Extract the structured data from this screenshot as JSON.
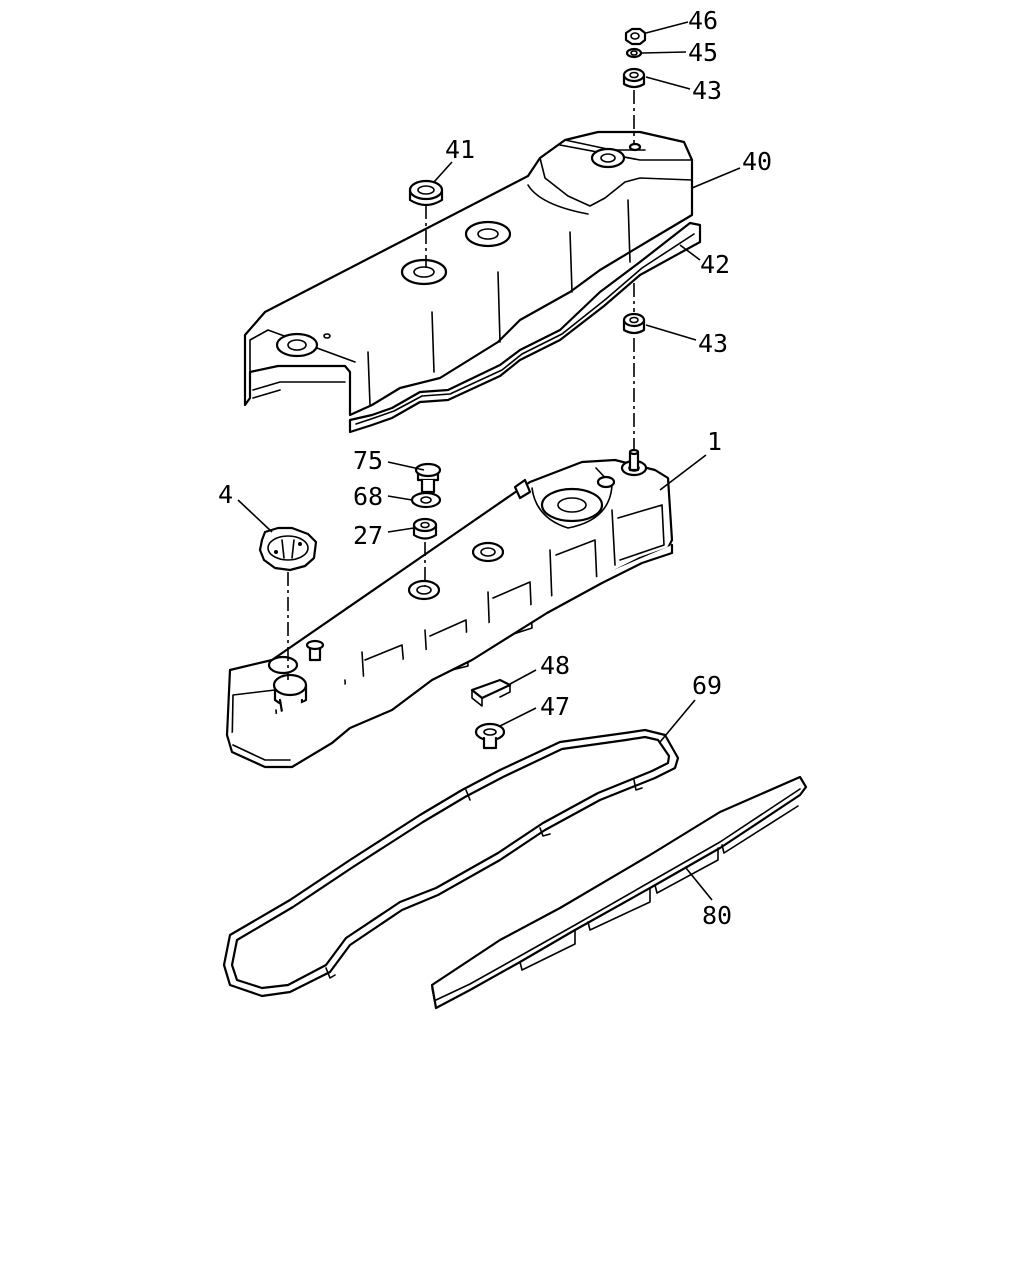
{
  "callouts": {
    "c46": "46",
    "c45": "45",
    "c43_top": "43",
    "c41": "41",
    "c40": "40",
    "c42": "42",
    "c43_mid": "43",
    "c1": "1",
    "c75": "75",
    "c68": "68",
    "c27": "27",
    "c4": "4",
    "c48": "48",
    "c47": "47",
    "c69": "69",
    "c80": "80"
  }
}
